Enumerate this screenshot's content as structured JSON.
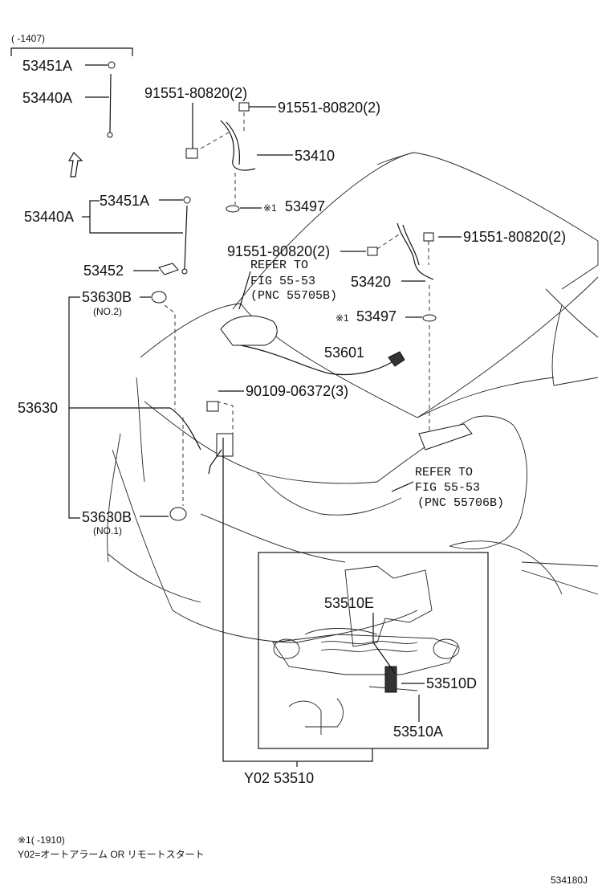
{
  "labels": {
    "range_1407": "(    -1407)",
    "p53451A_top": "53451A",
    "p53440A_top": "53440A",
    "p91551_left": "91551-80820(2)",
    "p91551_mid": "91551-80820(2)",
    "p53410": "53410",
    "p53497_top": "53497",
    "p53451A_mid": "53451A",
    "p53440A_mid": "53440A",
    "p91551_c": "91551-80820(2)",
    "p91551_right": "91551-80820(2)",
    "p53452": "53452",
    "refer1_a": "REFER TO",
    "refer1_b": "FIG 55-53",
    "refer1_c": "(PNC 55705B)",
    "p53420": "53420",
    "p53630B_top": "53630B",
    "no2": "(NO.2)",
    "p53497_mid": "53497",
    "p53601": "53601",
    "p90109": "90109-06372(3)",
    "p53630": "53630",
    "refer2_a": "REFER TO",
    "refer2_b": "FIG 55-53",
    "refer2_c": "(PNC 55706B)",
    "p53630B_bot": "53630B",
    "no1": "(NO.1)",
    "p53510E": "53510E",
    "p53510D": "53510D",
    "p53510A": "53510A",
    "y02_53510": "Y02 53510",
    "mark1": "※1",
    "mark1b": "※1",
    "foot1": "※1(    -1910)",
    "foot2": "Y02=オートアラーム OR リモートスタート",
    "code": "534180J"
  }
}
